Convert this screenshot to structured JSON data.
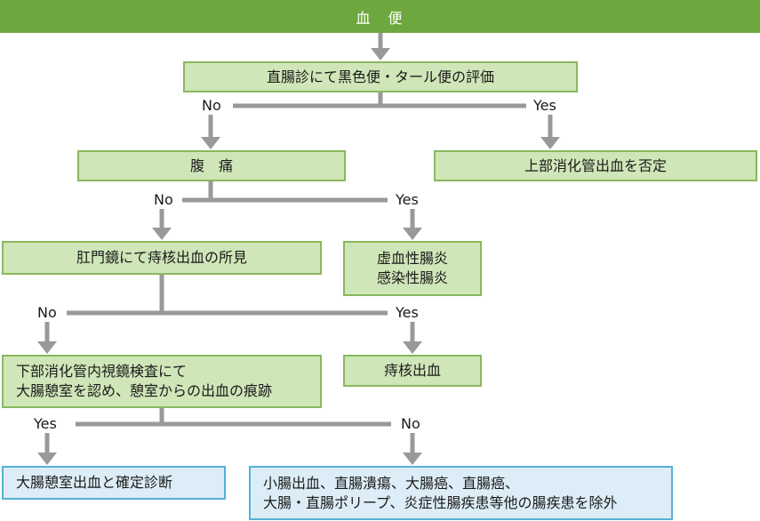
{
  "header": {
    "title": "血　便"
  },
  "nodes": {
    "tar_eval": "直腸診にて黒色便・タール便の評価",
    "upper_gi": "上部消化管出血を否定",
    "abd_pain": "腹　痛",
    "anoscopy": "肛門鏡にて痔核出血の所見",
    "colitis": "虚血性腸炎\n感染性腸炎",
    "colonoscopy": "下部消化管内視鏡検査にて\n大腸憩室を認め、憩室からの出血の痕跡",
    "hemorrhoid": "痔核出血",
    "diverticular": "大腸憩室出血と確定診断",
    "exclude": "小腸出血、直腸潰瘍、大腸癌、直腸癌、\n大腸・直腸ポリープ、炎症性腸疾患等他の腸疾患を除外"
  },
  "branches": {
    "b1_no": "No",
    "b1_yes": "Yes",
    "b2_no": "No",
    "b2_yes": "Yes",
    "b3_no": "No",
    "b3_yes": "Yes",
    "b4_yes": "Yes",
    "b4_no": "No"
  },
  "colors": {
    "header": "#6da83f",
    "box_fill": "#cfe6b8",
    "box_border": "#87b95d",
    "final_fill": "#dcedf7",
    "final_border": "#55b1d8",
    "connector": "#999999"
  }
}
